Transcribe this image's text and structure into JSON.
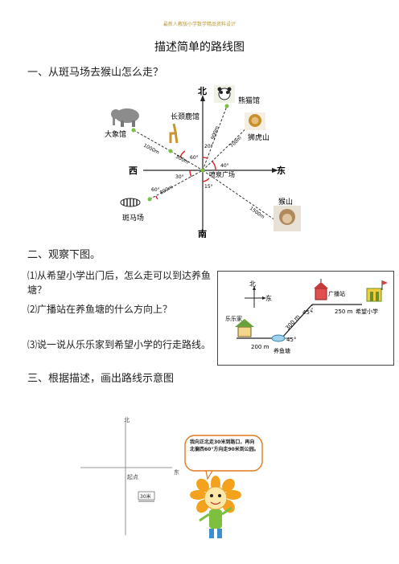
{
  "header_note": "最新人教版小学数学精品资料设计",
  "title": "描述简单的路线图",
  "section1": {
    "heading": "一、从斑马场去猴山怎么走？",
    "map": {
      "north": "北",
      "south": "南",
      "west": "西",
      "east": "东",
      "places": {
        "panda": "熊猫馆",
        "giraffe": "长颈鹿馆",
        "elephant": "大象馆",
        "tiger": "狮虎山",
        "center": "喷泉广场",
        "zebra": "斑马场",
        "monkey": "猴山"
      },
      "distances": {
        "elephant_giraffe": "1000m",
        "giraffe_center": "500m",
        "center_panda": "900m",
        "center_tiger": "700m",
        "zebra_center": "800m",
        "center_monkey": "1500m"
      },
      "angles": {
        "a60_top": "60°",
        "a20": "20°",
        "a40": "40°",
        "a30": "30°",
        "a60_left": "60°",
        "a15": "15°"
      }
    }
  },
  "section2": {
    "heading": "二、观察下图。",
    "q1": "⑴从希望小学出门后，怎么走可以到达养鱼塘？",
    "q2": "⑵广播站在养鱼塘的什么方向上？",
    "q3": "⑶说一说从乐乐家到希望小学的行走路线。",
    "map": {
      "north": "北",
      "east": "东",
      "broadcast": "广播站",
      "school": "希望小学",
      "home": "乐乐家",
      "pond": "养鱼塘",
      "d_school": "250 m",
      "d_diag": "300 m",
      "d_home": "200 m",
      "angle_top": "45°",
      "angle_bottom": "45°"
    }
  },
  "section3": {
    "heading": "三、根据描述，画出路线示意图",
    "north": "北",
    "east": "东",
    "start": "起点",
    "scale": "30米",
    "speech": "我向正北走30米到路口，再向北偏西60°方向走90米到公园。"
  }
}
